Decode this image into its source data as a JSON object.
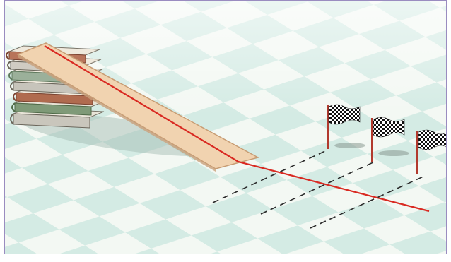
{
  "scene": {
    "description_tags": [
      "illustration",
      "ramp",
      "books",
      "finish-flags",
      "checkerboard-floor"
    ],
    "colors": {
      "floor_light": "#f3f8f3",
      "floor_dark": "#d4ebe4",
      "ramp_fill": "#f1d3b0",
      "ramp_edge": "#c79c73",
      "red_line": "#d92a22",
      "dash": "#2a2a2a",
      "flag_pole": "#b23a2e",
      "frame_border": "#9a8cc0"
    },
    "book_count": 7,
    "flag_count": 3,
    "dashed_line_count": 3
  }
}
